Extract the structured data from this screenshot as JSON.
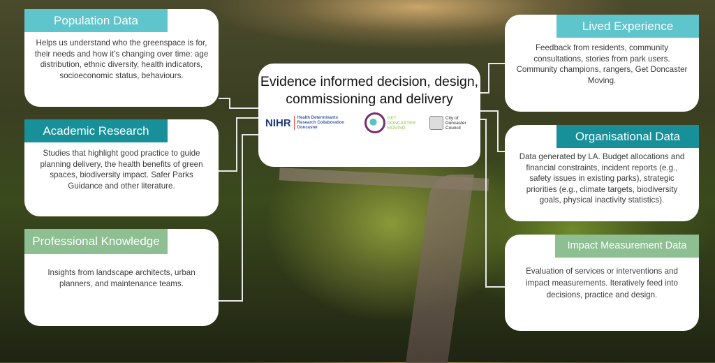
{
  "center": {
    "title": "Evidence informed decision, design, commissioning and delivery",
    "logos": {
      "nihr_mark": "NIHR",
      "nihr_text": "Health Determinants Research Collaboration Doncaster",
      "gdm_text": "GET DONCASTER MOVING",
      "council_text": "City of Doncaster Council"
    }
  },
  "cards": [
    {
      "title": "Population Data",
      "color": "#5EC5CC",
      "text": "Helps us understand who the greenspace is for, their needs and how it’s changing over time: age distribution, ethnic diversity, health indicators, socioeconomic status, behaviours."
    },
    {
      "title": "Academic Research",
      "color": "#17909A",
      "text": "Studies that highlight good practice to guide planning delivery, the health benefits of green spaces, biodiversity impact. Safer Parks Guidance and other literature."
    },
    {
      "title": "Professional Knowledge",
      "color": "#8DBF92",
      "text": "Insights from landscape architects, urban planners, and maintenance teams."
    },
    {
      "title": "Lived Experience",
      "color": "#5EC5CC",
      "text": "Feedback from residents, community consultations, stories from park users. Community champions, rangers, Get Doncaster Moving."
    },
    {
      "title": "Organisational Data",
      "color": "#17909A",
      "text": "Data generated by LA. Budget allocations and financial constraints, incident reports (e.g., safety issues in existing parks), strategic priorities (e.g., climate targets, biodiversity goals, physical inactivity statistics)."
    },
    {
      "title": "Impact Measurement Data",
      "color": "#8DBF92",
      "text": "Evaluation of services or interventions and impact measurements. Iteratively feed into decisions, practice and design."
    }
  ]
}
